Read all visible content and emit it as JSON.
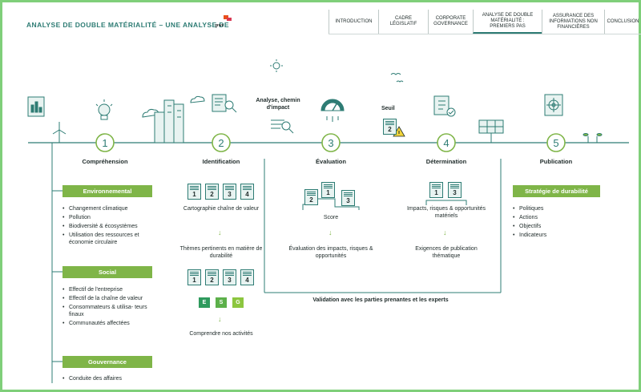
{
  "header": {
    "title": "ANALYSE DE DOUBLE MATÉRIALITÉ – UNE ANALYSE DE",
    "logo_text": "pwc"
  },
  "nav": [
    {
      "label": "INTRODUCTION"
    },
    {
      "label": "CADRE LÉGISLATIF"
    },
    {
      "label": "CORPORATE GOVERNANCE"
    },
    {
      "label": "ANALYSE DE DOUBLE MATÉRIALITÉ : PREMIERS PAS"
    },
    {
      "label": "ASSURANCE DES INFORMATIONS NON FINANCIÈRES"
    },
    {
      "label": "CONCLUSION"
    }
  ],
  "steps": [
    {
      "num": "1",
      "title": "Compréhension"
    },
    {
      "num": "2",
      "title": "Identification"
    },
    {
      "num": "3",
      "title": "Évaluation"
    },
    {
      "num": "4",
      "title": "Détermination"
    },
    {
      "num": "5",
      "title": "Publication"
    }
  ],
  "labels": {
    "analyse_chemin": "Analyse, chemin d'impact",
    "seuil": "Seuil",
    "seuil_num": "2",
    "cartographie": "Cartographie chaîne de valeur",
    "themes": "Thèmes pertinents en matière de durabilité",
    "comprendre": "Comprendre nos activités",
    "score": "Score",
    "evaluation": "Évaluation des impacts, risques & opportunités",
    "impacts": "Impacts, risques & opportunités matériels",
    "exigences": "Exigences de publication thématique",
    "validation": "Validation avec les parties prenantes et les experts"
  },
  "doc_numbers": {
    "cartographie": [
      "1",
      "2",
      "3",
      "4"
    ],
    "themes": [
      "1",
      "2",
      "3",
      "4"
    ],
    "score": [
      "1",
      "2",
      "3"
    ],
    "determination": [
      "1",
      "3"
    ]
  },
  "esg": [
    "E",
    "S",
    "G"
  ],
  "categories": [
    {
      "title": "Environnemental",
      "items": [
        "Changement climatique",
        "Pollution",
        "Biodiversité & écosystèmes",
        "Utilisation des ressources et économie circulaire"
      ]
    },
    {
      "title": "Social",
      "items": [
        "Effectif de l'entreprise",
        "Effectif de la chaîne de valeur",
        "Consommateurs & utilisa- teurs finaux",
        "Communautés affectées"
      ]
    },
    {
      "title": "Gouvernance",
      "items": [
        "Conduite des affaires"
      ]
    }
  ],
  "strategy": {
    "title": "Stratégie de durabilité",
    "items": [
      "Politiques",
      "Actions",
      "Objectifs",
      "Indicateurs"
    ]
  },
  "colors": {
    "teal": "#2e7c74",
    "green": "#7fb548",
    "esg_e": "#2e9a5d",
    "esg_s": "#5cb04a",
    "esg_g": "#8cc63f"
  }
}
